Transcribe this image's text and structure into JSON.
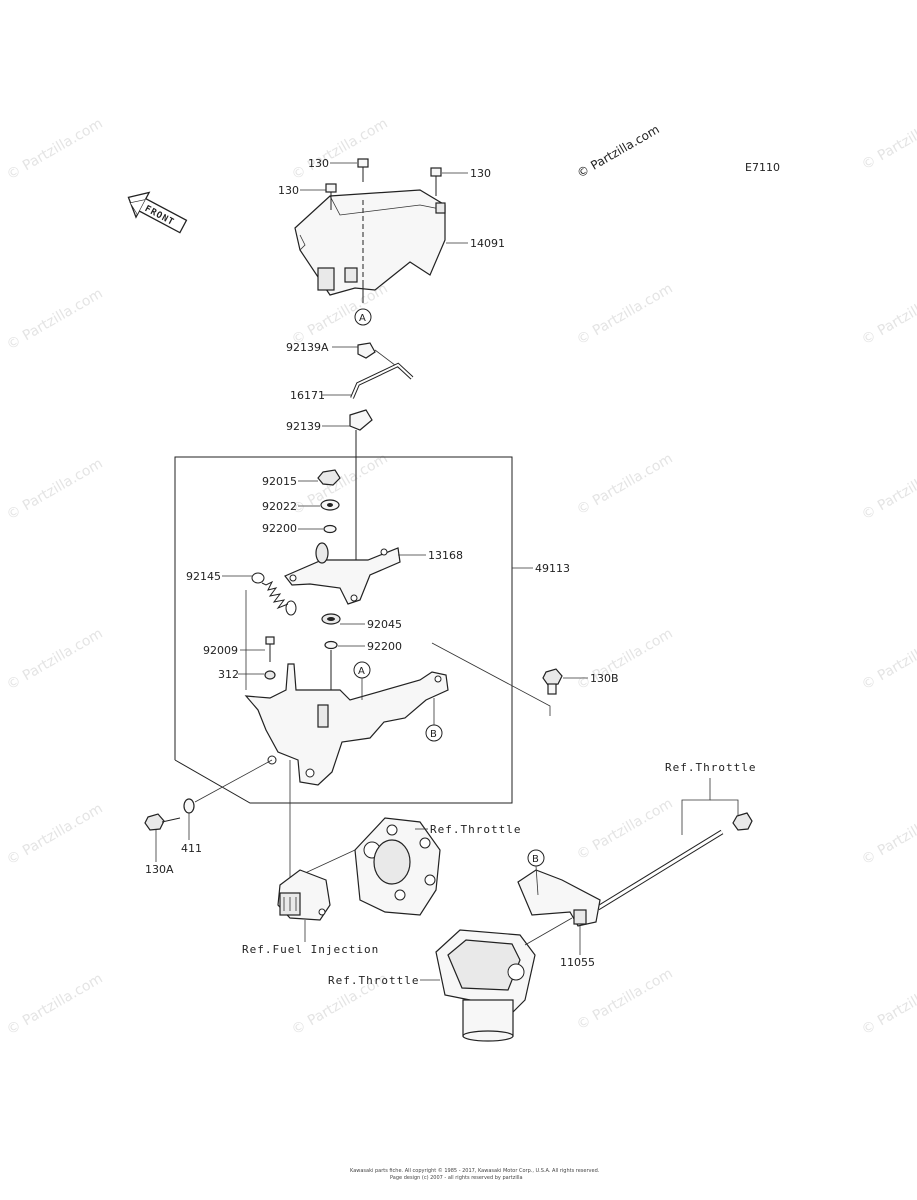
{
  "diagram": {
    "code": "E7110",
    "copyright": "© Partzilla.com",
    "watermark": "© Partzilla.com",
    "front_label": "FRONT",
    "footer": [
      "Kawasaki parts fiche. All copyright © 1985 - 2017, Kawasaki Motor Corp., U.S.A. All rights reserved.",
      "Page design (c) 2007 - all rights reserved by partzilla"
    ],
    "labels": {
      "p130_top": "130",
      "p130_left": "130",
      "p130_right": "130",
      "p14091": "14091",
      "p92139A": "92139A",
      "p16171": "16171",
      "p92139": "92139",
      "p92015": "92015",
      "p92022": "92022",
      "p92200a": "92200",
      "p13168": "13168",
      "p49113": "49113",
      "p92145": "92145",
      "p92045": "92045",
      "p92200b": "92200",
      "p92009": "92009",
      "p312": "312",
      "p130B": "130B",
      "p130A": "130A",
      "p411": "411",
      "ref_throttle_1": "Ref.Throttle",
      "ref_throttle_2": "Ref.Throttle",
      "ref_throttle_3": "Ref.Throttle",
      "ref_fuel": "Ref.Fuel Injection",
      "p11055": "11055"
    },
    "callouts": {
      "a_top": "A",
      "a_mid": "A",
      "b_mid": "B",
      "b_low": "B"
    }
  }
}
